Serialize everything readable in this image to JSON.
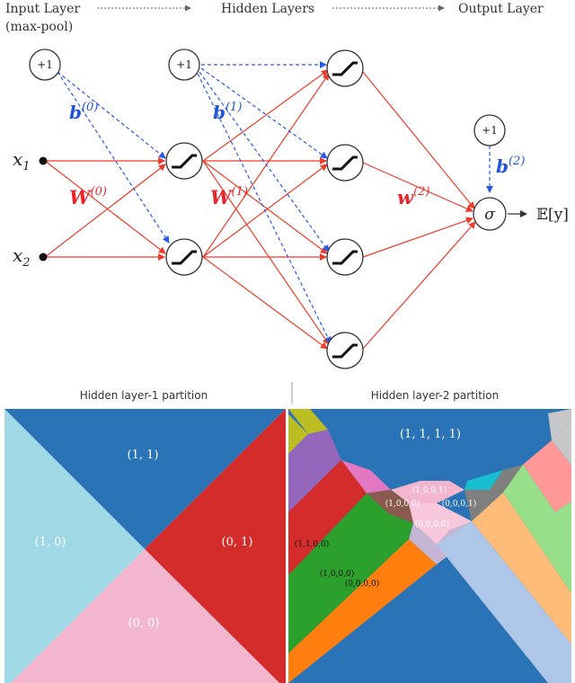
{
  "header": {
    "input_layer": "Input Layer",
    "input_layer_sub": "(max-pool)",
    "hidden_layers": "Hidden Layers",
    "output_layer": "Output Layer"
  },
  "network": {
    "bias_label": "+1",
    "x1": "x",
    "x1_sub": "1",
    "x2": "x",
    "x2_sub": "2",
    "b0": "b",
    "b0_sup": "(0)",
    "b1": "b",
    "b1_sup": "(1)",
    "b2": "b",
    "b2_sup": "(2)",
    "w0": "W",
    "w0_sup": "(0)",
    "w1": "W",
    "w1_sup": "(1)",
    "w2": "w",
    "w2_sup": "(2)",
    "sigma": "σ",
    "output": "𝔼[y]",
    "colors": {
      "weights": "#ee3b2a",
      "bias": "#2a5ae8",
      "weight_label": "#e8262b",
      "bias_label": "#1f55d6"
    }
  },
  "panels": {
    "left": {
      "title": "Hidden layer-1 partition",
      "regions": [
        {
          "label": "(1, 1)",
          "color": "#2a73b6"
        },
        {
          "label": "(1, 0)",
          "color": "#9fd9e6"
        },
        {
          "label": "(0, 1)",
          "color": "#d42b2b"
        },
        {
          "label": "(0, 0)",
          "color": "#f2b6cf"
        }
      ]
    },
    "right": {
      "title": "Hidden layer-2 partition",
      "regions": [
        {
          "label": "(1, 1, 1, 1)",
          "color": "#2a73b6"
        },
        {
          "label": "(1,0,0,1)",
          "color": "#f2b6cf"
        },
        {
          "label": "(1,0,0,0)",
          "color": "#8a5a4e"
        },
        {
          "label": "(0,0,0,1)",
          "color": "#7f7f7f"
        },
        {
          "label": "(0,0,0,0)",
          "color": "#c7b5d6"
        },
        {
          "label": "(1,1,0,0)",
          "color": "#d42b2b"
        },
        {
          "label": "(1,0,0,0)",
          "color": "#2ca02c"
        },
        {
          "label": "(0,0,0,0)",
          "color": "#ff7f0e"
        }
      ],
      "extra_colors": [
        "#9467bd",
        "#bcbd22",
        "#17becf",
        "#e377c2",
        "#ff9896",
        "#98df8a",
        "#ffbb78",
        "#aec7e8",
        "#c7c7c7"
      ]
    }
  }
}
